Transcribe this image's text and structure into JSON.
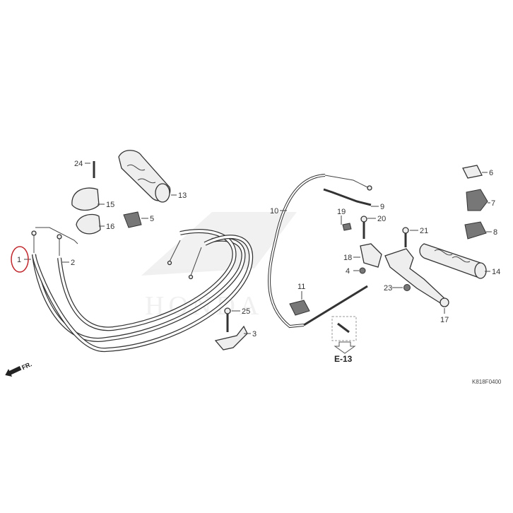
{
  "diagram": {
    "callouts": [
      "1",
      "2",
      "3",
      "4",
      "5",
      "6",
      "7",
      "8",
      "9",
      "10",
      "11",
      "13",
      "14",
      "15",
      "16",
      "17",
      "18",
      "19",
      "20",
      "21",
      "23",
      "24",
      "25"
    ],
    "reference": "E-13",
    "direction": "FR.",
    "drawing_code": "K818F0400",
    "watermark": "HONDA",
    "highlight_color": "#c0282d"
  }
}
